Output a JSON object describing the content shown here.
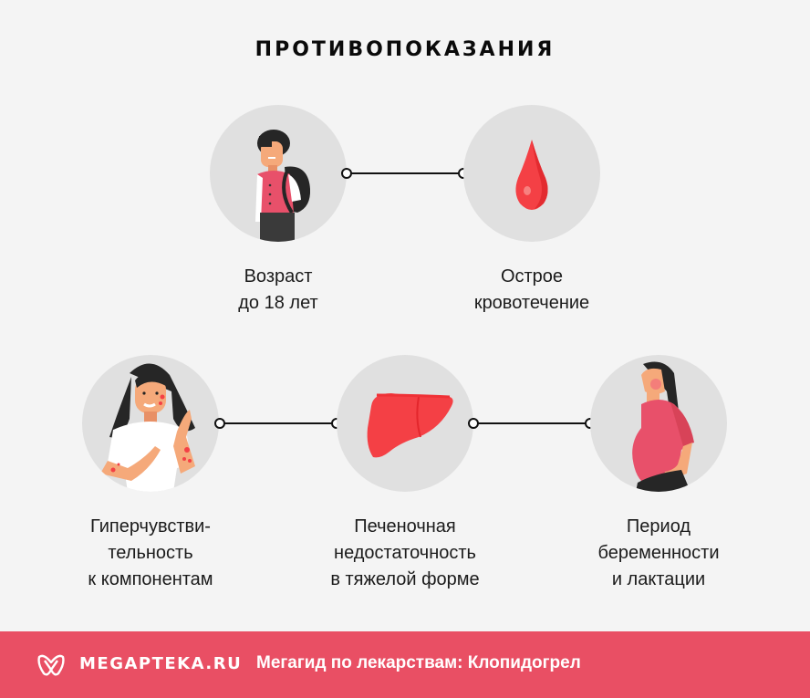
{
  "title": "ПРОТИВОПОКАЗАНИЯ",
  "items": [
    {
      "icon": "schoolboy-icon",
      "lines": [
        "Возраст",
        "до 18 лет"
      ]
    },
    {
      "icon": "blood-drop-icon",
      "lines": [
        "Острое",
        "кровотечение"
      ]
    },
    {
      "icon": "allergy-rash-woman-icon",
      "lines": [
        "Гиперчувстви-",
        "тельность",
        "к компонентам"
      ]
    },
    {
      "icon": "liver-icon",
      "lines": [
        "Печеночная",
        "недостаточность",
        "в тяжелой форме"
      ]
    },
    {
      "icon": "pregnant-woman-icon",
      "lines": [
        "Период",
        "беременности",
        "и лактации"
      ]
    }
  ],
  "footer": {
    "brand": "MEGAPTEKA.RU",
    "guide": "Мегагид по лекарствам: Клопидогрел",
    "color": "#e94f64"
  },
  "colors": {
    "background": "#f4f4f4",
    "circle": "#e0e0e0",
    "accent_red": "#f44045",
    "accent_pink": "#e8506a"
  }
}
